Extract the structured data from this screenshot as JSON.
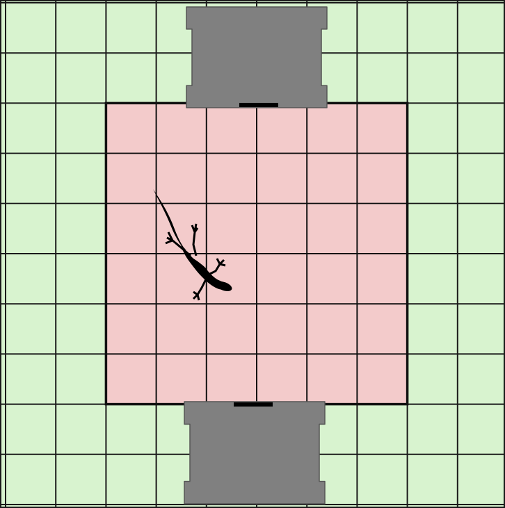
{
  "arena": {
    "outer_grid": {
      "columns": 10,
      "rows": 10,
      "fill": "#d8f3cf",
      "line_color": "#1a1a1a"
    },
    "inner_zone": {
      "columns": 6,
      "rows": 6,
      "fill": "#f3cbcb",
      "line_color": "#111111"
    },
    "blocks": [
      {
        "name": "top-block",
        "fill": "#808080"
      },
      {
        "name": "bottom-block",
        "fill": "#808080"
      }
    ],
    "animal": {
      "icon": "lizard-silhouette-icon",
      "fill": "#000000"
    }
  }
}
